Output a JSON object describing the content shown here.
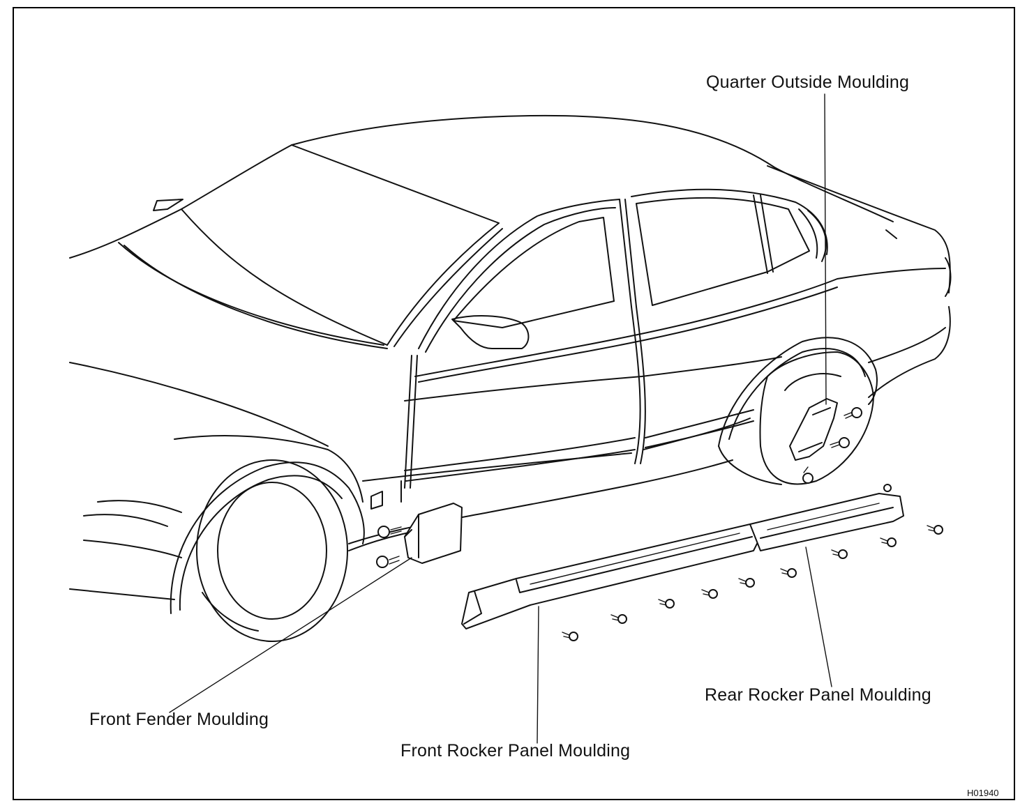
{
  "labels": {
    "quarter_outside": "Quarter Outside Moulding",
    "front_fender": "Front Fender Moulding",
    "front_rocker": "Front Rocker Panel Moulding",
    "rear_rocker": "Rear Rocker Panel Moulding"
  },
  "figure_code": "H01940"
}
